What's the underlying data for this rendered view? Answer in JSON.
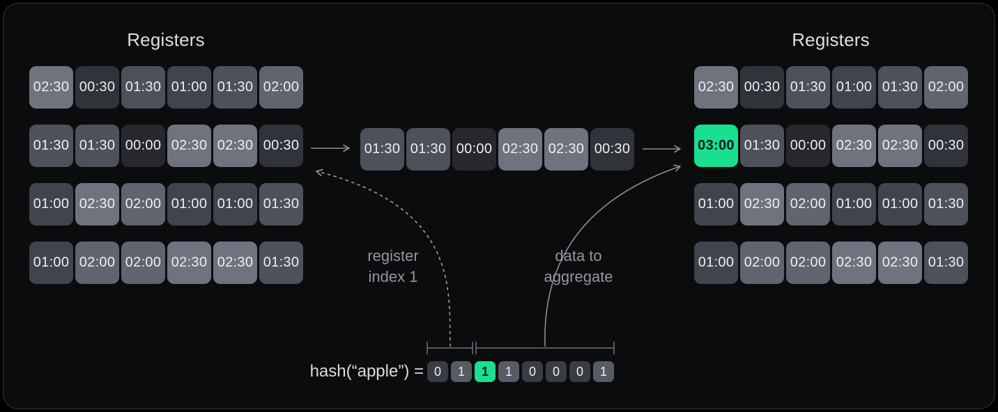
{
  "titles": {
    "left": "Registers",
    "right": "Registers"
  },
  "colors": {
    "accent_green": "#19df90",
    "highlight_text": "#10161d",
    "value_shades": {
      "00:00": "#26282d",
      "00:30": "#303339",
      "01:00": "#40444c",
      "01:30": "#4c515a",
      "02:00": "#5f646e",
      "02:30": "#6e737e",
      "03:00": "#19df90"
    },
    "bit_shades": {
      "0": "#393c43",
      "1": "#565b64"
    }
  },
  "left_registers": {
    "rows": [
      [
        "02:30",
        "00:30",
        "01:30",
        "01:00",
        "01:30",
        "02:00"
      ],
      [
        "01:30",
        "01:30",
        "00:00",
        "02:30",
        "02:30",
        "00:30"
      ],
      [
        "01:00",
        "02:30",
        "02:00",
        "01:00",
        "01:00",
        "01:30"
      ],
      [
        "01:00",
        "02:00",
        "02:00",
        "02:30",
        "02:30",
        "01:30"
      ]
    ]
  },
  "middle_registers": {
    "rows": [
      [
        "01:30",
        "01:30",
        "00:00",
        "02:30",
        "02:30",
        "00:30"
      ]
    ]
  },
  "right_registers": {
    "rows": [
      [
        "02:30",
        "00:30",
        "01:30",
        "01:00",
        "01:30",
        "02:00"
      ],
      [
        "03:00",
        "01:30",
        "00:00",
        "02:30",
        "02:30",
        "00:30"
      ],
      [
        "01:00",
        "02:30",
        "02:00",
        "01:00",
        "01:00",
        "01:30"
      ],
      [
        "01:00",
        "02:00",
        "02:00",
        "02:30",
        "02:30",
        "01:30"
      ]
    ],
    "highlight": {
      "row": 1,
      "col": 0
    }
  },
  "annotations": {
    "register_index_label": "register\nindex 1",
    "data_aggregate_label": "data to\naggregate"
  },
  "hash": {
    "label": "hash(“apple”) =",
    "bits": [
      "0",
      "1",
      "1",
      "1",
      "0",
      "0",
      "0",
      "1"
    ],
    "highlight_index": 2
  }
}
